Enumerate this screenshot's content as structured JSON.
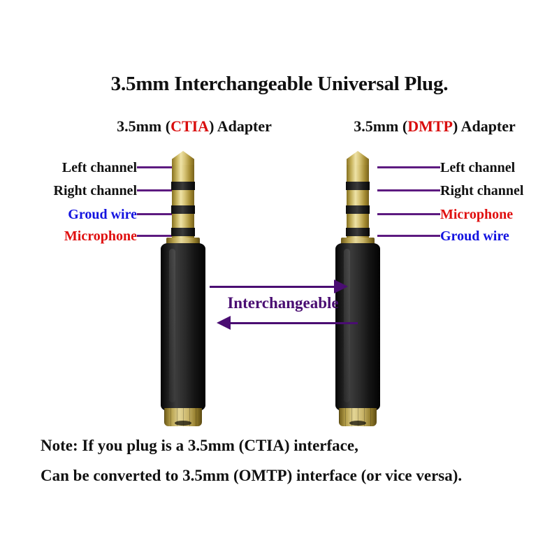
{
  "title": "3.5mm Interchangeable Universal Plug.",
  "adapters": {
    "left": {
      "prefix": "3.5mm (",
      "standard": "CTIA",
      "suffix": ") Adapter",
      "labels": [
        {
          "text": "Left channel",
          "color": "black"
        },
        {
          "text": "Right channel",
          "color": "black"
        },
        {
          "text": "Groud wire",
          "color": "blue"
        },
        {
          "text": "Microphone",
          "color": "red"
        }
      ]
    },
    "right": {
      "prefix": "3.5mm (",
      "standard": "DMTP",
      "suffix": ") Adapter",
      "labels": [
        {
          "text": "Left channel",
          "color": "black"
        },
        {
          "text": "Right channel",
          "color": "black"
        },
        {
          "text": "Microphone",
          "color": "red"
        },
        {
          "text": "Groud wire",
          "color": "blue"
        }
      ]
    }
  },
  "interchangeable": {
    "caption": "Interchangeable",
    "arrow_right": "arrow-right-icon",
    "arrow_left": "arrow-left-icon"
  },
  "note": {
    "line1": "Note: If you plug is a 3.5mm (CTIA) interface,",
    "line2": "Can be converted to 3.5mm (OMTP) interface (or vice versa)."
  },
  "colors": {
    "red": "#d90d0d",
    "blue": "#1313e0",
    "purple": "#4a0d72",
    "leader": "#5d1a80",
    "black": "#111111",
    "gold": "#d5c274",
    "background": "#ffffff"
  }
}
